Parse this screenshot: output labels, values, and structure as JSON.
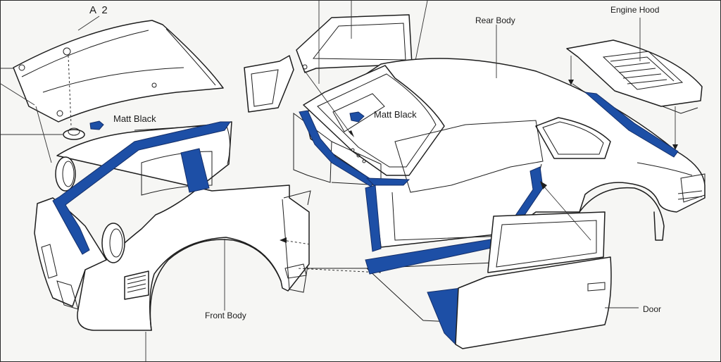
{
  "labels": {
    "part_a2": "A 2",
    "engine_hood": "Engine Hood",
    "rear_body": "Rear Body",
    "matt_black_left": "Matt Black",
    "matt_black_center": "Matt Black",
    "front_body": "Front Body",
    "door": "Door"
  },
  "colors": {
    "highlight_blue": "#1d4fa6",
    "line": "#1e1e1e",
    "paper": "#f6f6f4"
  }
}
